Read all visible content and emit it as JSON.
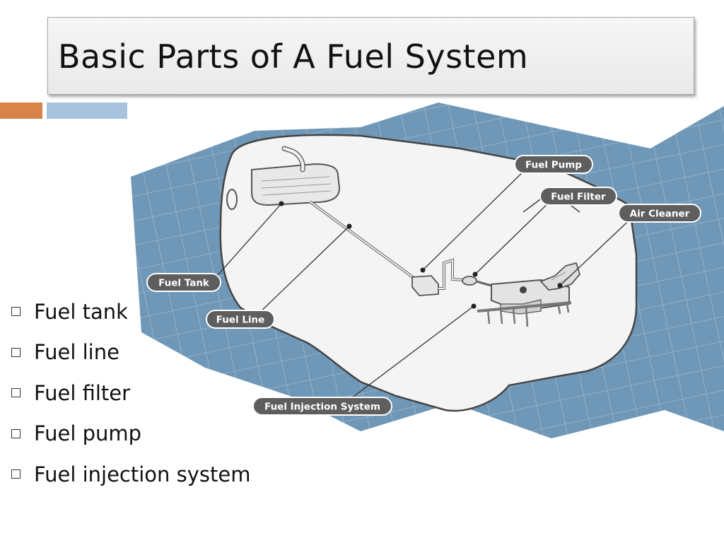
{
  "slide": {
    "title": "Basic Parts of A Fuel System",
    "bullets": [
      "Fuel tank",
      "Fuel line",
      "Fuel filter",
      "Fuel pump",
      "Fuel injection system"
    ]
  },
  "diagram": {
    "labels": {
      "fuel_pump": "Fuel Pump",
      "fuel_filter": "Fuel Filter",
      "air_cleaner": "Air Cleaner",
      "fuel_tank": "Fuel Tank",
      "fuel_line": "Fuel Line",
      "fuel_injection": "Fuel Injection System"
    },
    "colors": {
      "background": "#6f97b7",
      "grid": "#9db8cf",
      "car_body": "#f4f4f4",
      "label_pill": "#5e5e5e"
    },
    "icons": [
      "fuel-tank-icon",
      "fuel-pump-icon",
      "fuel-filter-icon",
      "air-cleaner-icon",
      "fuel-injection-icon"
    ]
  },
  "theme": {
    "accent_orange": "#d9824a",
    "accent_blue": "#a8c3dd"
  }
}
